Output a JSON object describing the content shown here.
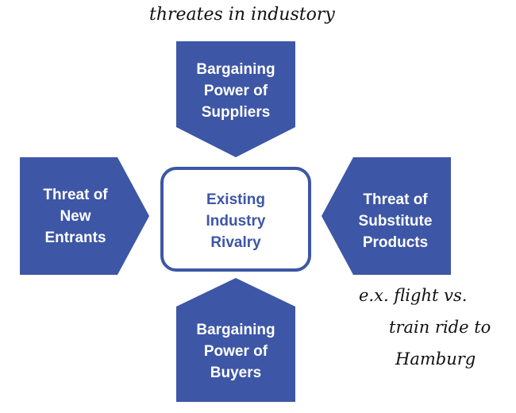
{
  "colors": {
    "box_fill": "#3d56a6",
    "box_text": "#ffffff",
    "center_border": "#3d56a6",
    "center_text": "#3d56a6",
    "note_ink": "#111111"
  },
  "annotation_top": "threates in industory",
  "forces": {
    "top": "Bargaining\nPower of\nSuppliers",
    "left": "Threat of\nNew\nEntrants",
    "center": "Existing\nIndustry\nRivalry",
    "right": "Threat of\nSubstitute\nProducts",
    "bottom": "Bargaining\nPower of\nBuyers"
  },
  "annotation_right": {
    "line1": "e.x. flight vs.",
    "line2": "train ride to",
    "line3": "Hamburg"
  }
}
